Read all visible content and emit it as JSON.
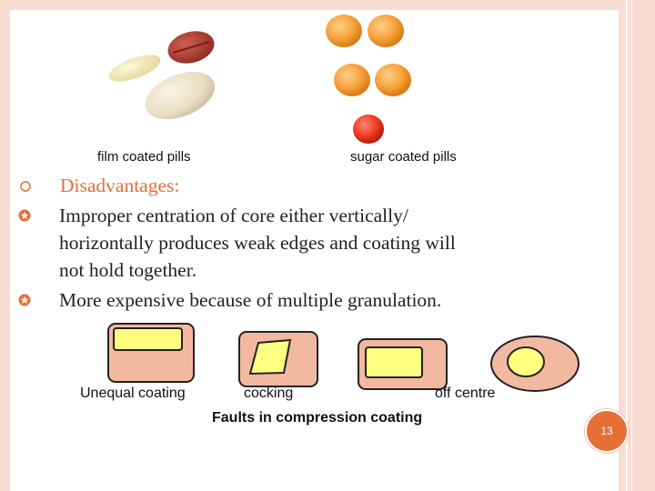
{
  "captions": {
    "film": "film coated pills",
    "sugar": "sugar coated pills"
  },
  "bullets": [
    {
      "text": "Disadvantages:",
      "color": "#e46f37"
    },
    {
      "line1": "Improper centration of core either vertically/",
      "line2": "horizontally produces weak edges and coating will",
      "line3": "not hold together."
    },
    {
      "text": "More expensive because of multiple granulation."
    }
  ],
  "faults": {
    "labels": [
      "Unequal coating",
      "cocking",
      "off centre"
    ],
    "title": "Faults in compression coating"
  },
  "slide_number": "13",
  "colors": {
    "accent": "#e46f37",
    "frame": "#f8ddd3",
    "coat": "#f3b9a0",
    "core": "#ffff80"
  }
}
